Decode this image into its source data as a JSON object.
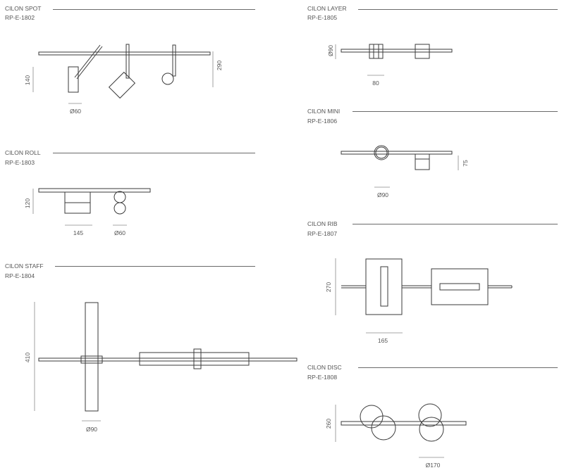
{
  "products": {
    "spot": {
      "name": "CILON SPOT",
      "code": "RP-E-1802",
      "dims": [
        "140",
        "290",
        "Ø60"
      ]
    },
    "roll": {
      "name": "CILON ROLL",
      "code": "RP-E-1803",
      "dims": [
        "120",
        "145",
        "Ø60"
      ]
    },
    "staff": {
      "name": "CILON STAFF",
      "code": "RP-E-1804",
      "dims": [
        "410",
        "Ø90"
      ]
    },
    "layer": {
      "name": "CILON LAYER",
      "code": "RP-E-1805",
      "dims": [
        "Ø90",
        "80"
      ]
    },
    "mini": {
      "name": "CILON MINI",
      "code": "RP-E-1806",
      "dims": [
        "75",
        "Ø90"
      ]
    },
    "rib": {
      "name": "CILON RIB",
      "code": "RP-E-1807",
      "dims": [
        "270",
        "165"
      ]
    },
    "disc": {
      "name": "CILON DISC",
      "code": "RP-E-1808",
      "dims": [
        "260",
        "Ø170"
      ]
    }
  },
  "colors": {
    "stroke": "#3a3a3a",
    "text": "#555555",
    "rule": "#6a6a6a"
  }
}
